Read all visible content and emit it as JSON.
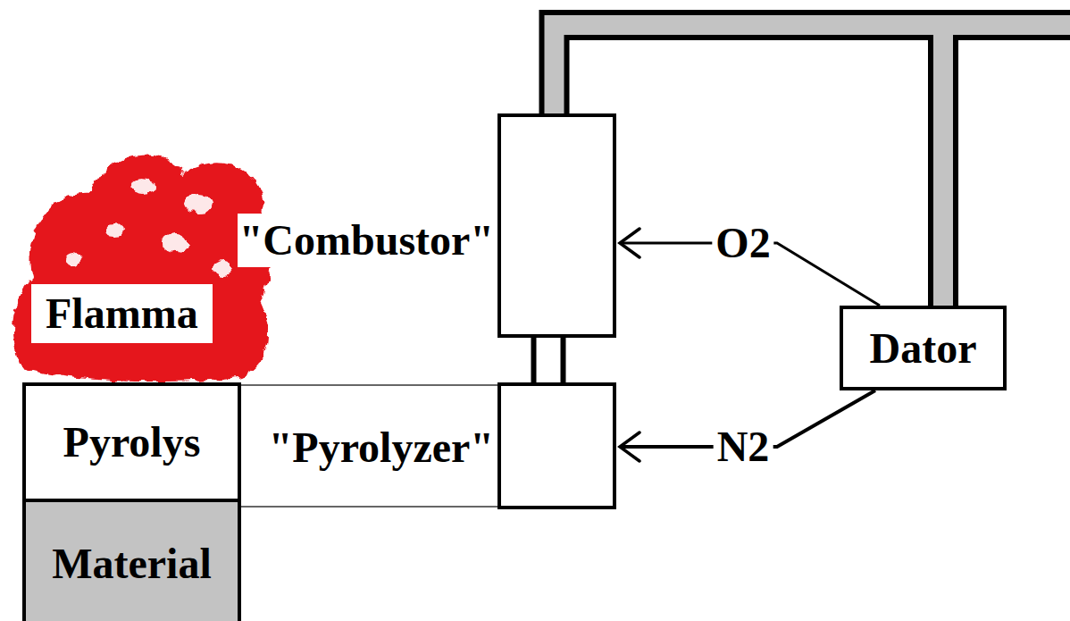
{
  "diagram": {
    "nodes": [
      {
        "text": [
          "Flamma"
        ]
      },
      {
        "text": [
          "Pyrolys"
        ]
      },
      {
        "text": [
          "Material"
        ]
      },
      {
        "text": [
          "\"Combustor\""
        ]
      },
      {
        "text": [
          "\"Pyrolyzer\""
        ]
      },
      {
        "text": [
          "Dator"
        ]
      }
    ],
    "edges": [
      {
        "from": 3,
        "to": 5,
        "arrow": "none"
      },
      {
        "from": 5,
        "to": 3,
        "label": "O2",
        "arrow": "to"
      },
      {
        "from": 5,
        "to": 4,
        "label": "N2",
        "arrow": "to"
      },
      {
        "from": 4,
        "to": 3,
        "arrow": "none"
      },
      {
        "from": 1,
        "to": 4,
        "arrow": "none"
      }
    ]
  }
}
